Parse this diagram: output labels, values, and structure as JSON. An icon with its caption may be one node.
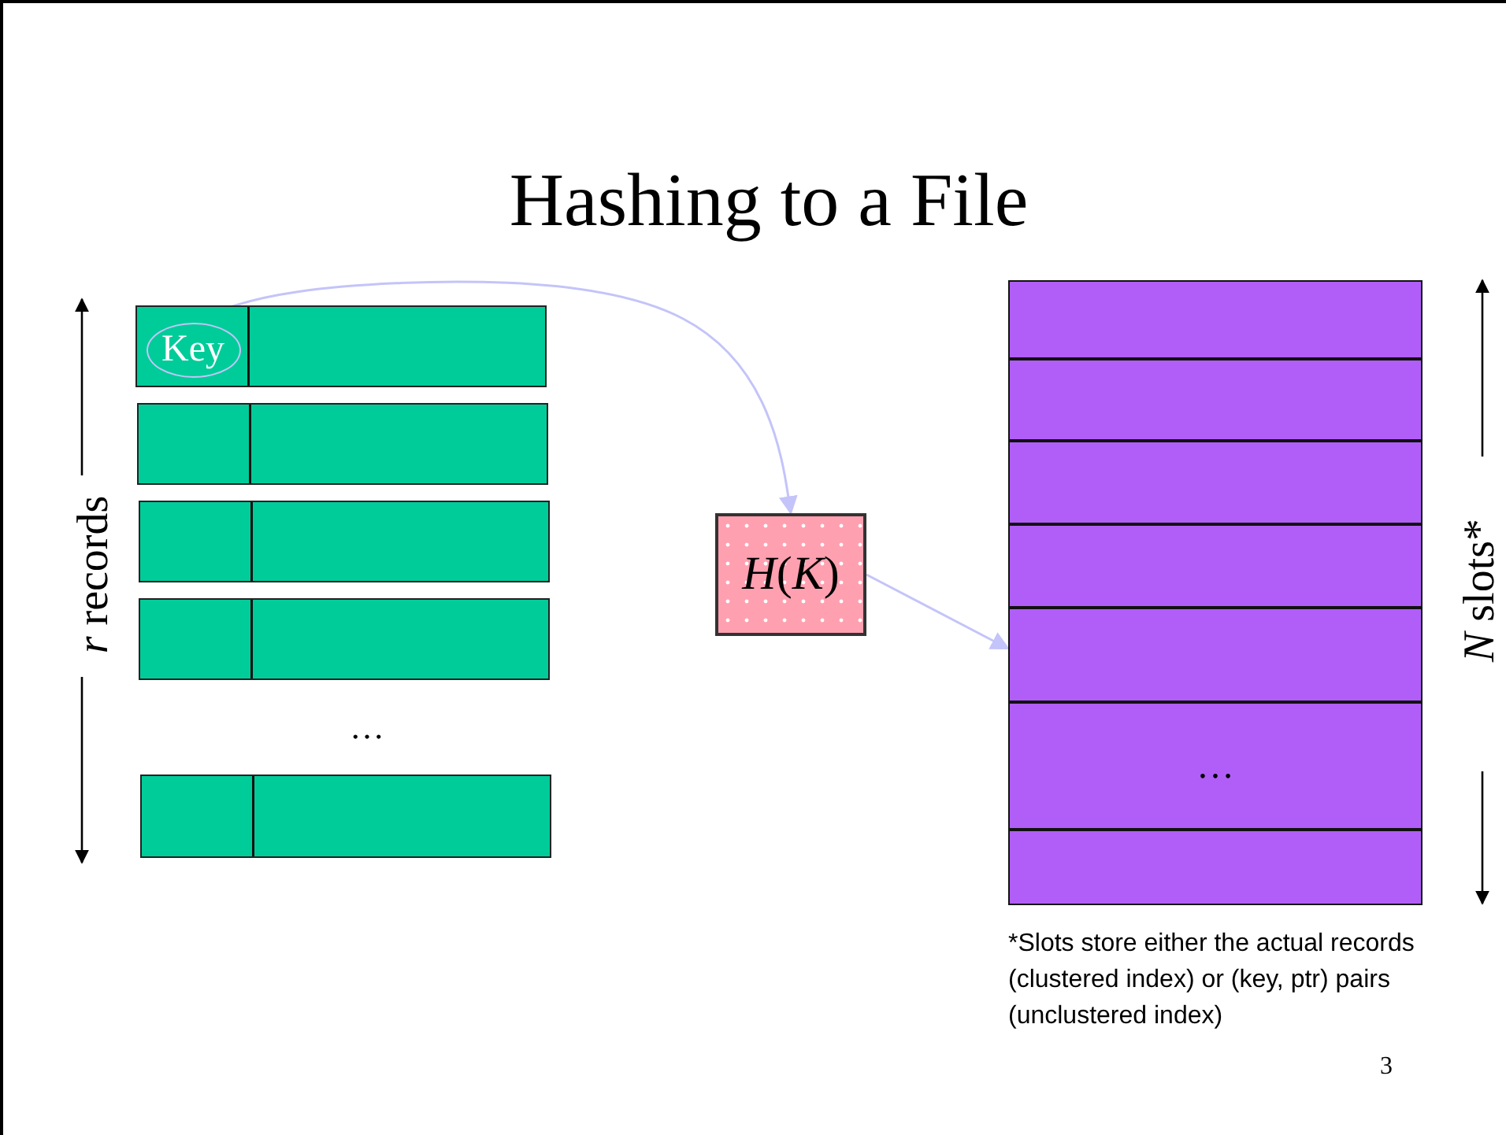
{
  "diagram": {
    "title": "Hashing to a File",
    "nodes": [
      {
        "text": [],
        "shape": "box"
      },
      {
        "text": [
          "Key"
        ],
        "in": 0
      },
      {
        "text": [],
        "shape": "box"
      },
      {
        "text": [],
        "shape": "box"
      },
      {
        "text": [],
        "shape": "box"
      },
      {
        "text": [],
        "shape": "box"
      },
      {
        "text": [
          "*H*(*K*)"
        ]
      },
      {
        "text": [],
        "shape": "box"
      },
      {
        "text": [],
        "shape": "box"
      },
      {
        "text": [],
        "shape": "box"
      },
      {
        "text": [],
        "shape": "box"
      },
      {
        "text": [],
        "shape": "box"
      },
      {
        "text": [
          "…"
        ]
      },
      {
        "text": [],
        "shape": "box"
      }
    ],
    "edges": [
      {
        "from": 1,
        "to": 6,
        "arrow": "to"
      },
      {
        "from": 6,
        "to": 11,
        "arrow": "to"
      }
    ],
    "labels": [
      "*r* records",
      "…",
      "*N* slots*",
      "*Slots store either the actual records (clustered index) or (key, ptr) pairs (unclustered index)",
      "3"
    ]
  }
}
